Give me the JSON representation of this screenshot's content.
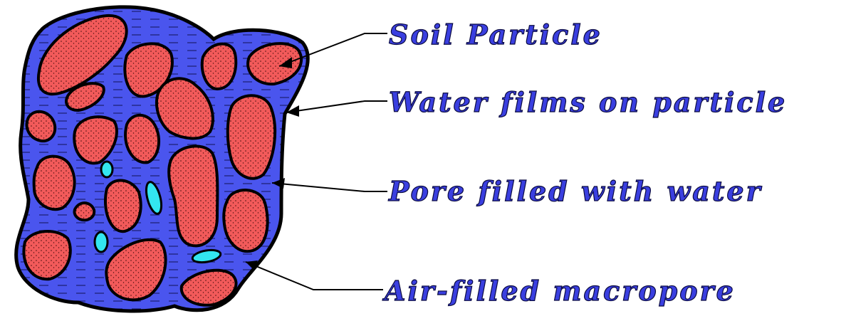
{
  "labels": {
    "soil_particle": "Soil Particle",
    "water_films": "Water films on particle",
    "pore_water": "Pore filled with water",
    "air_macropore": "Air-filled macropore"
  },
  "colors": {
    "soil_particle": "#f25a5a",
    "water": "#4a55ee",
    "air": "#33e6f0",
    "outline": "#000000",
    "label_text": "#3a3fe0"
  }
}
